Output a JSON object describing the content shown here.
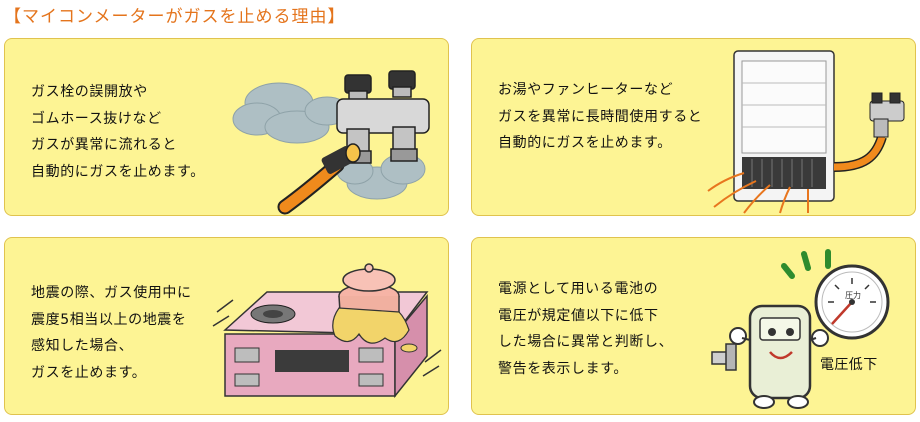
{
  "page": {
    "title": "【マイコンメーターがガスを止める理由】"
  },
  "cards": [
    {
      "lines": [
        "ガス栓の誤開放や",
        "ゴムホース抜けなど",
        "ガスが異常に流れると",
        "自動的にガスを止めます。"
      ]
    },
    {
      "lines": [
        "お湯やファンヒーターなど",
        "ガスを異常に長時間使用すると",
        "自動的にガスを止めます。"
      ]
    },
    {
      "lines": [
        "地震の際、ガス使用中に",
        "震度5相当以上の地震を",
        "感知した場合、",
        "ガスを止めます。"
      ]
    },
    {
      "lines": [
        "電源として用いる電池の",
        "電圧が規定値以下に低下",
        "した場合に異常と判断し、",
        "警告を表示します。"
      ],
      "gauge_dial_label": "圧力",
      "gauge_caption": "電圧低下"
    }
  ],
  "colors": {
    "title": "#e4741c",
    "card_bg": "#fdf494",
    "card_border": "#e0c34e"
  },
  "icons": [
    "gas-valve-leak-icon",
    "fan-heater-icon",
    "gas-stove-pot-icon",
    "meter-battery-gauge-icon"
  ]
}
